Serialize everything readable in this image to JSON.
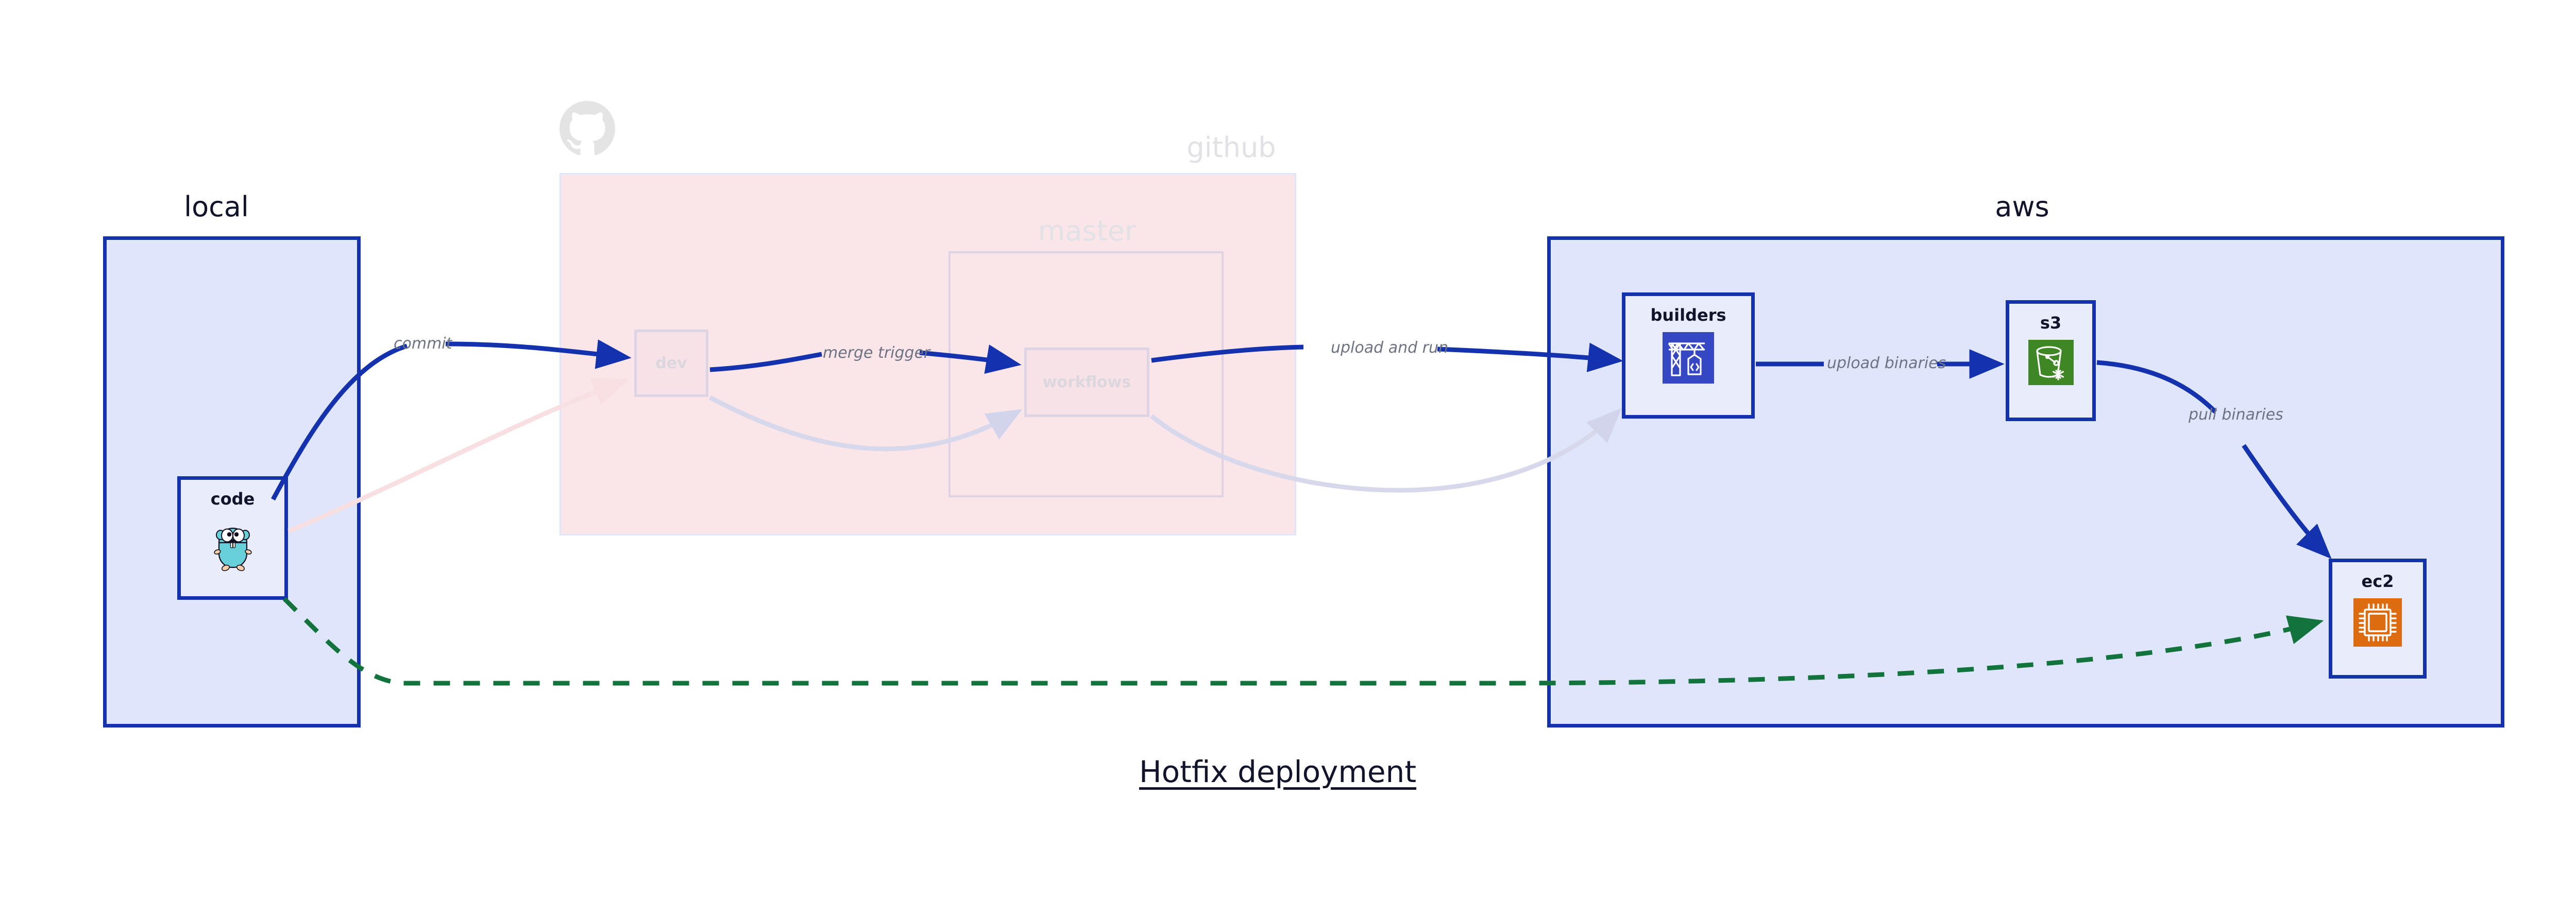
{
  "diagram": {
    "title": "Hotfix deployment",
    "background": "#ffffff"
  },
  "colors": {
    "primary_blue": "#1432ad",
    "zone_blue_fill": "#dfe5fa",
    "node_fill": "#e9edfb",
    "github_pink_fill": "#fae5e9",
    "github_pink_border": "#dfe5fa",
    "faded_text": "#e2e2e6",
    "edge_label_text": "#6d7383",
    "dashed_green": "#13733c",
    "s3_green": "#3f8624",
    "ec2_orange": "#dd6b10",
    "builders_indigo": "#3647c4",
    "gopher_teal": "#68d0d8",
    "title_text": "#12142b"
  },
  "zones": [
    {
      "id": "local",
      "label": "local",
      "kind": "solid-blue"
    },
    {
      "id": "github",
      "label": "github",
      "kind": "faded-pink",
      "logo": "github-octocat-icon"
    },
    {
      "id": "aws",
      "label": "aws",
      "kind": "solid-blue"
    }
  ],
  "subzones": [
    {
      "id": "master",
      "label": "master",
      "parent": "github",
      "kind": "faded"
    }
  ],
  "nodes": [
    {
      "id": "code",
      "label": "code",
      "zone": "local",
      "icon": "go-gopher-icon",
      "faded": false
    },
    {
      "id": "dev",
      "label": "dev",
      "zone": "github",
      "icon": "none",
      "faded": true
    },
    {
      "id": "workflows",
      "label": "workflows",
      "zone": "master",
      "icon": "none",
      "faded": true
    },
    {
      "id": "builders",
      "label": "builders",
      "zone": "aws",
      "icon": "crane-code-icon",
      "faded": false
    },
    {
      "id": "s3",
      "label": "s3",
      "zone": "aws",
      "icon": "s3-bucket-icon",
      "faded": false
    },
    {
      "id": "ec2",
      "label": "ec2",
      "zone": "aws",
      "icon": "cpu-chip-icon",
      "faded": false
    }
  ],
  "edges": [
    {
      "id": "code-to-dev",
      "from": "code",
      "to": "dev",
      "label": "commit",
      "style": "solid-blue-arrow"
    },
    {
      "id": "dev-to-workflows",
      "from": "dev",
      "to": "workflows",
      "label": "merge trigger",
      "style": "solid-blue-arrow"
    },
    {
      "id": "workflows-to-builders",
      "from": "workflows",
      "to": "builders",
      "label": "upload and run",
      "style": "solid-blue-arrow"
    },
    {
      "id": "builders-to-s3",
      "from": "builders",
      "to": "s3",
      "label": "upload binaries",
      "style": "solid-blue-arrow"
    },
    {
      "id": "s3-to-ec2",
      "from": "s3",
      "to": "ec2",
      "label": "pull binaries",
      "style": "solid-blue-arrow"
    },
    {
      "id": "code-to-ec2-hotfix",
      "from": "code",
      "to": "ec2",
      "label": "",
      "style": "dashed-green-arrow"
    },
    {
      "id": "ghost-code-to-dev",
      "from": "code",
      "to": "dev",
      "label": "",
      "style": "faded-pink-arrow"
    },
    {
      "id": "ghost-dev-to-workflows",
      "from": "dev",
      "to": "workflows",
      "label": "",
      "style": "faded-lavender-arrow"
    },
    {
      "id": "ghost-workflows-to-builders",
      "from": "workflows",
      "to": "builders",
      "label": "",
      "style": "faded-lavender-arrow"
    }
  ]
}
